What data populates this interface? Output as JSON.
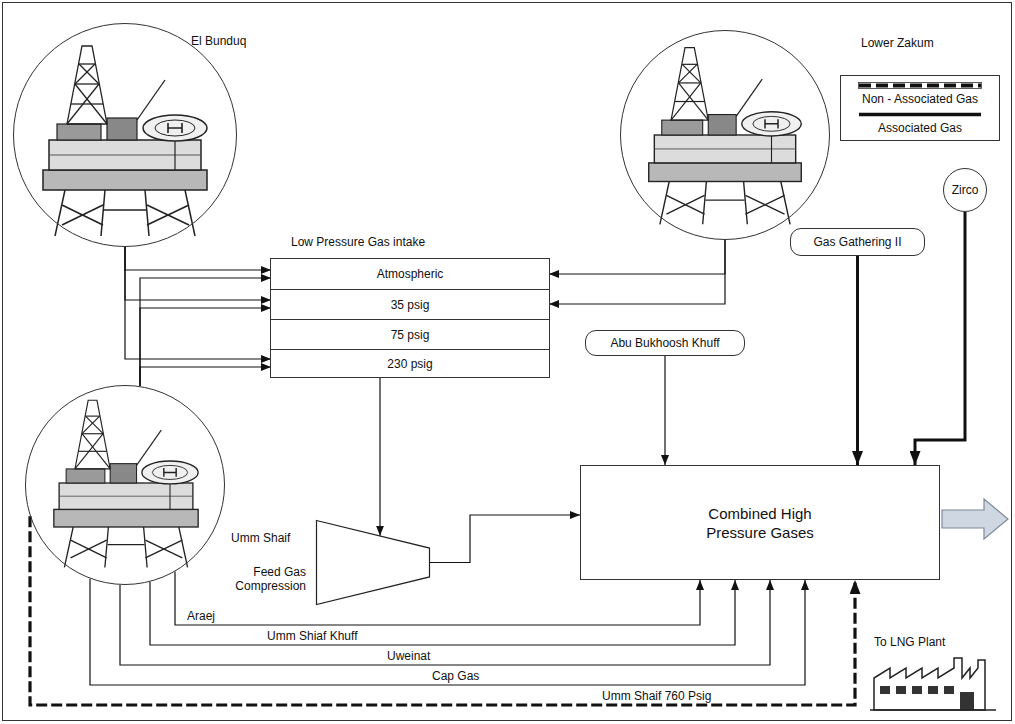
{
  "diagram": {
    "nodes": [
      {
        "text": [
          "El Bunduq"
        ]
      },
      {
        "text": [
          "Lower Zakum"
        ]
      },
      {
        "text": [
          "Low Pressure Gas intake"
        ]
      },
      {
        "text": [
          "Atmospheric"
        ],
        "in": 2
      },
      {
        "text": [
          "35 psig"
        ],
        "in": 2
      },
      {
        "text": [
          "75 psig"
        ],
        "in": 2
      },
      {
        "text": [
          "230 psig"
        ],
        "in": 2
      },
      {
        "text": [
          "Zirco"
        ]
      },
      {
        "text": [
          "Gas Gathering II"
        ]
      },
      {
        "text": [
          "Umm Shaif"
        ]
      },
      {
        "text": [
          "Abu Bukhoosh Khuff"
        ]
      },
      {
        "text": [
          "Feed Gas Compression"
        ]
      },
      {
        "text": [
          "Combined High Pressure Gases"
        ]
      }
    ],
    "edges": [
      {
        "from": 0,
        "to": 3,
        "arrow": "to"
      },
      {
        "from": 0,
        "to": 4,
        "arrow": "to"
      },
      {
        "from": 0,
        "to": 6,
        "arrow": "to"
      },
      {
        "from": 9,
        "to": 3,
        "arrow": "to"
      },
      {
        "from": 9,
        "to": 4,
        "arrow": "to"
      },
      {
        "from": 9,
        "to": 6,
        "arrow": "to"
      },
      {
        "from": 1,
        "to": 3,
        "arrow": "to"
      },
      {
        "from": 1,
        "to": 4,
        "arrow": "to"
      },
      {
        "from": 2,
        "to": 11,
        "arrow": "to"
      },
      {
        "from": 11,
        "to": 12,
        "arrow": "to"
      },
      {
        "from": 10,
        "to": 12,
        "arrow": "to"
      },
      {
        "from": 8,
        "to": 12,
        "arrow": "to"
      },
      {
        "from": 7,
        "to": 12,
        "arrow": "to"
      },
      {
        "from": 9,
        "to": 12,
        "label": "Araej",
        "arrow": "to"
      },
      {
        "from": 9,
        "to": 12,
        "label": "Umm Shiaf Khuff",
        "arrow": "to"
      },
      {
        "from": 9,
        "to": 12,
        "label": "Uweinat",
        "arrow": "to"
      },
      {
        "from": 9,
        "to": 12,
        "label": "Cap Gas",
        "arrow": "to"
      },
      {
        "from": 9,
        "to": 12,
        "label": "Umm Shaif 760 Psig",
        "arrow": "to"
      }
    ],
    "labels": [
      "To LNG Plant"
    ],
    "legend": [
      {
        "text": "Non - Associated Gas"
      },
      {
        "text": "Associated Gas"
      }
    ]
  }
}
